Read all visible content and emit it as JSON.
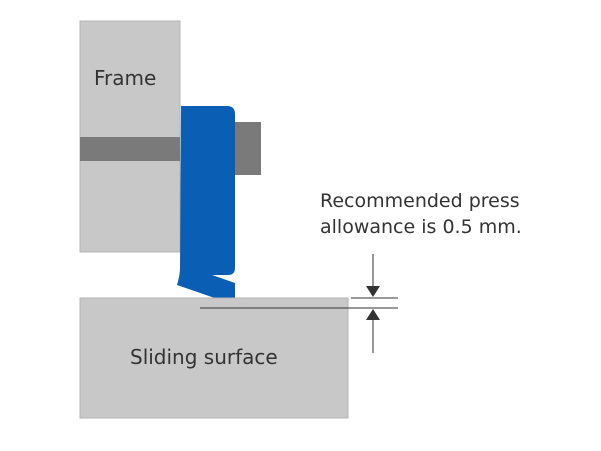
{
  "labels": {
    "frame": "Frame",
    "sliding_surface": "Sliding surface",
    "note_line1": "Recommended press",
    "note_line2": "allowance is 0.5 mm."
  },
  "colors": {
    "block_fill": "#c8c8c8",
    "block_stroke": "#b5b5b5",
    "groove_fill": "#7a7a7a",
    "seal_fill": "#0a5fb5",
    "line": "#333333",
    "text": "#333333"
  }
}
